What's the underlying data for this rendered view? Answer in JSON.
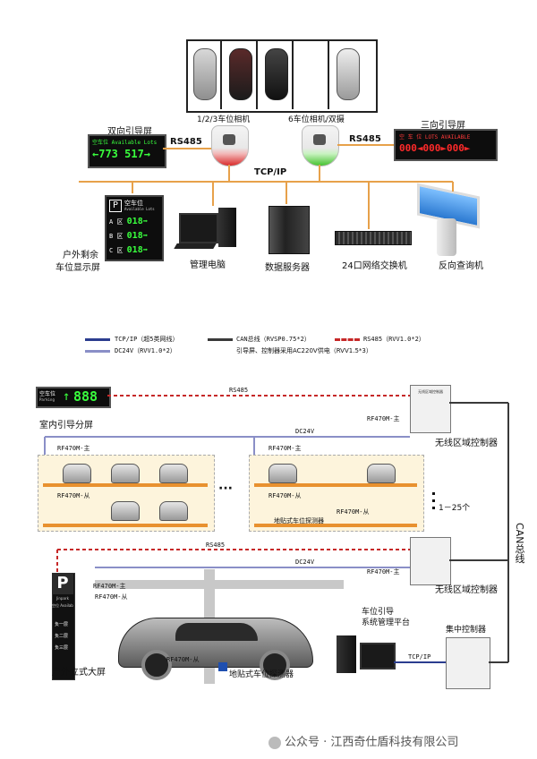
{
  "top": {
    "camera_label_1": "1/2/3车位相机",
    "camera_label_2": "6车位相机/双摄",
    "rs485_left": "RS485",
    "rs485_right": "RS485",
    "tcpip": "TCP/IP",
    "sign_two_way": {
      "title": "双向引导屏",
      "line1": "空车位 Available Lots",
      "line2": "←773 517→"
    },
    "sign_three_way": {
      "title": "三向引导屏",
      "line1": "空 车 位  LOTS  AVAILABLE",
      "line2": "000◄000►000►"
    },
    "outdoor_sign": {
      "p": "P",
      "header": "空车位",
      "sub": "Available Lots",
      "rows": [
        {
          "zone": "A 区",
          "value": "018"
        },
        {
          "zone": "B 区",
          "value": "018"
        },
        {
          "zone": "C 区",
          "value": "018"
        }
      ],
      "caption_line1": "户外剩余",
      "caption_line2": "车位显示屏"
    },
    "devices": [
      {
        "label": "管理电脑"
      },
      {
        "label": "数据服务器"
      },
      {
        "label": "24口网络交换机"
      },
      {
        "label": "反向查询机"
      }
    ]
  },
  "legend": {
    "tcpip": "TCP/IP（超5类网线）",
    "can": "CAN总线（RVSP0.75*2）",
    "rs485": "RS485（RVV1.0*2）",
    "dc24v": "DC24V（RVV1.0*2）",
    "note": "引导屏、控制器采用AC220V供电（RVV1.5*3）"
  },
  "bottom": {
    "indoor_sign_small": "空车位",
    "indoor_sign_sub": "Parking",
    "indoor_sign_value": "888",
    "indoor_sign_caption": "室内引导分屏",
    "rs485_top": "RS485",
    "rs485_mid": "RS485",
    "dc24v_top": "DC24V",
    "dc24v_mid": "DC24V",
    "rf_main_1": "RF470M-主",
    "rf_main_2": "RF470M-主",
    "rf_main_3": "RF470M-主",
    "rf_main_4": "RF470M-主",
    "rf_main_5": "RF470M-主",
    "rf_slave_1": "RF470M-从",
    "rf_slave_2": "RF470M-从",
    "rf_slave_3": "RF470M-从",
    "rf_slave_4": "RF470M-从",
    "rf_slave_5": "RF470M-从",
    "detector_label_1": "地贴式车位探测器",
    "detector_label_2": "地贴式车位探测器",
    "range_label": "1－25个",
    "ellipsis": "···",
    "wireless_controller_1": "无线区域控制器",
    "wireless_controller_2": "无线区域控制器",
    "controller_plate": "无线区域控制器",
    "can_bus": "CAN总线",
    "management_platform_1": "车位引导",
    "management_platform_2": "系统管理平台",
    "central_controller": "集中控制器",
    "tcpip_bottom": "TCP/IP",
    "outdoor_big_screen": "户外立式大屏",
    "tower_p": "P",
    "tower_sub1": "Jinpark",
    "tower_sub2": "空位 Available",
    "tower_rows": [
      "负一层",
      "负二层",
      "负三层"
    ]
  },
  "watermark": "公众号 · 江西奇仕盾科技有限公司",
  "colors": {
    "tcpip": "#2b3d8f",
    "can": "#3a3a3a",
    "rs485": "#c62828",
    "dc24v": "#8a8fc7",
    "led_green": "#39ff3d",
    "led_red": "#ff2a2a",
    "garage_fill": "#fdf4dc",
    "orange_beam": "#e8912f"
  }
}
